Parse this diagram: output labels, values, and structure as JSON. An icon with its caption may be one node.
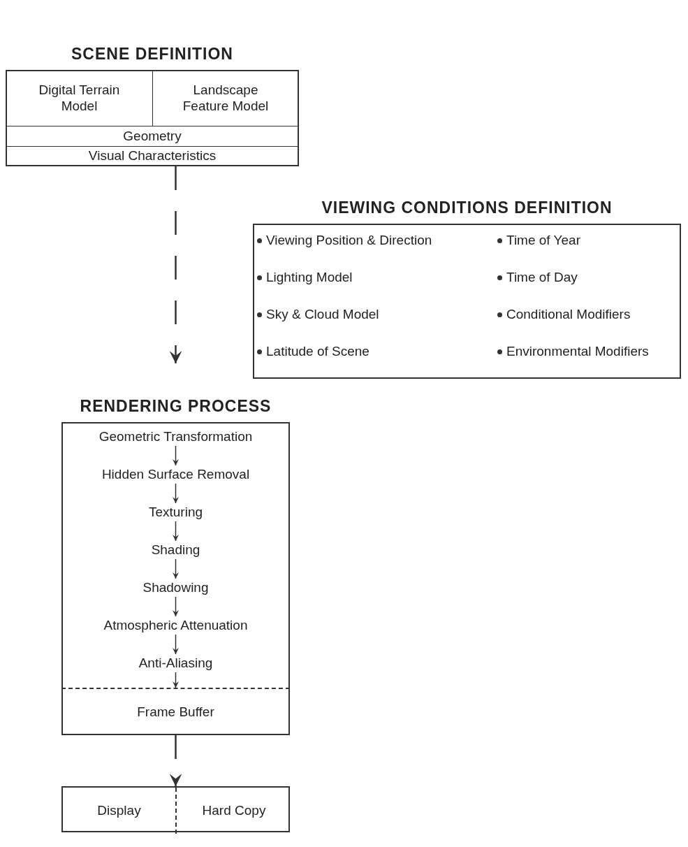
{
  "diagram": {
    "nodes": [
      {
        "text": [
          "SCENE DEFINITION"
        ]
      },
      {
        "text": [
          "Digital Terrain Model"
        ],
        "in": 0
      },
      {
        "text": [
          "Landscape Feature Model"
        ],
        "in": 0
      },
      {
        "text": [
          "Geometry"
        ],
        "in": 0
      },
      {
        "text": [
          "Visual Characteristics"
        ],
        "in": 0
      },
      {
        "text": [
          "VIEWING CONDITIONS DEFINITION",
          "Viewing Position & Direction",
          "Time of Year",
          "Lighting Model",
          "Time of Day",
          "Sky & Cloud Model",
          "Conditional Modifiers",
          "Latitude of Scene",
          "Environmental Modifiers"
        ]
      },
      {
        "text": [
          "RENDERING PROCESS"
        ]
      },
      {
        "text": [
          "Geometric Transformation"
        ],
        "in": 6
      },
      {
        "text": [
          "Hidden Surface Removal"
        ],
        "in": 6
      },
      {
        "text": [
          "Texturing"
        ],
        "in": 6
      },
      {
        "text": [
          "Shading"
        ],
        "in": 6
      },
      {
        "text": [
          "Shadowing"
        ],
        "in": 6
      },
      {
        "text": [
          "Atmospheric Attenuation"
        ],
        "in": 6
      },
      {
        "text": [
          "Anti-Aliasing"
        ],
        "in": 6
      },
      {
        "text": [
          "Frame Buffer"
        ],
        "in": 6
      },
      {
        "text": [],
        "shape": "box"
      },
      {
        "text": [
          "Display"
        ],
        "in": 15
      },
      {
        "text": [
          "Hard Copy"
        ],
        "in": 15
      }
    ],
    "edges": [
      {
        "from": 0,
        "to": 6,
        "arrow": "to",
        "style": "dashed"
      },
      {
        "from": 7,
        "to": 8,
        "arrow": "to"
      },
      {
        "from": 8,
        "to": 9,
        "arrow": "to"
      },
      {
        "from": 9,
        "to": 10,
        "arrow": "to"
      },
      {
        "from": 10,
        "to": 11,
        "arrow": "to"
      },
      {
        "from": 11,
        "to": 12,
        "arrow": "to"
      },
      {
        "from": 12,
        "to": 13,
        "arrow": "to"
      },
      {
        "from": 13,
        "to": 14,
        "arrow": "to"
      },
      {
        "from": 6,
        "to": 15,
        "arrow": "to",
        "style": "dashed"
      }
    ]
  }
}
